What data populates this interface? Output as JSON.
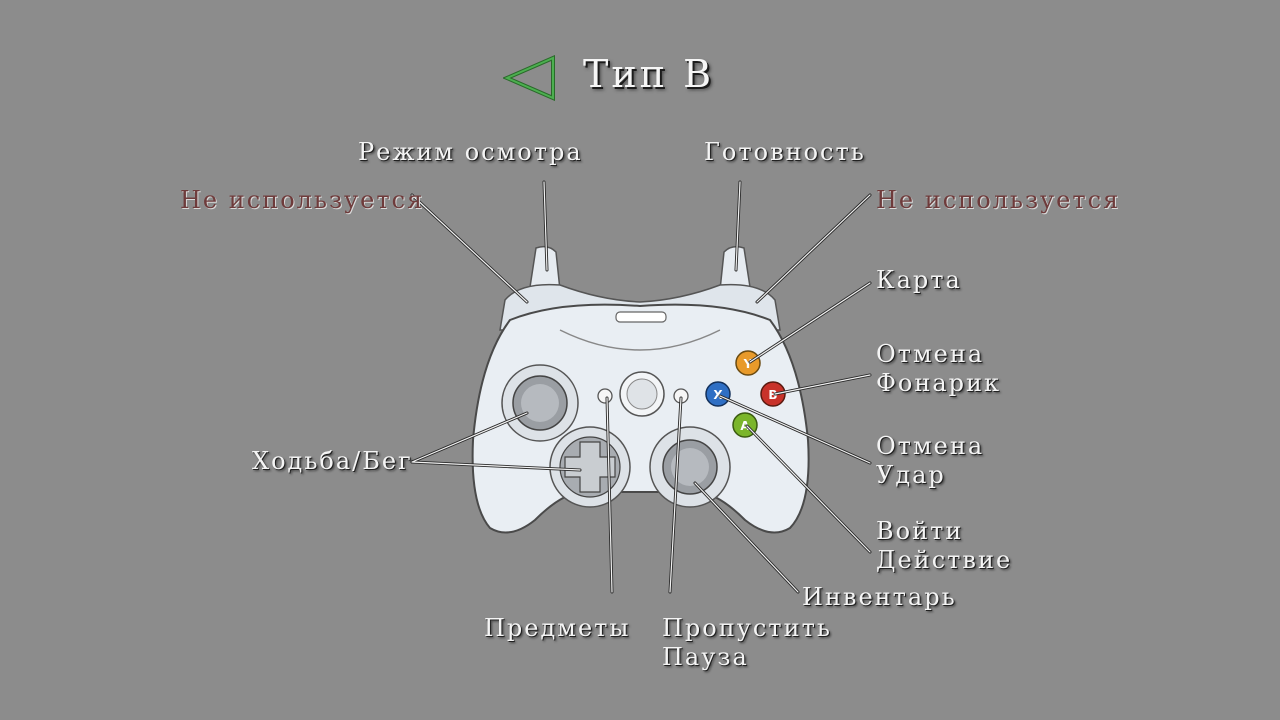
{
  "header": {
    "title": "Тип B",
    "back_icon": "triangle-left-icon",
    "back_color": "#3e9a3e"
  },
  "labels": {
    "look_mode": "Режим осмотра",
    "ready": "Готовность",
    "unused_left": "Не используется",
    "unused_right": "Не используется",
    "map": "Карта",
    "b_line1": "Отмена",
    "b_line2": "Фонарик",
    "x_line1": "Отмена",
    "x_line2": "Удар",
    "a_line1": "Войти",
    "a_line2": "Действие",
    "inventory": "Инвентарь",
    "walk_run": "Ходьба/Бег",
    "items": "Предметы",
    "start_line1": "Пропустить",
    "start_line2": "Пауза"
  },
  "buttons": {
    "y": {
      "letter": "Y",
      "color": "#e89a2a"
    },
    "b": {
      "letter": "B",
      "color": "#c8322a"
    },
    "x": {
      "letter": "X",
      "color": "#2f6fc4"
    },
    "a": {
      "letter": "A",
      "color": "#7ab52a"
    }
  },
  "colors": {
    "background": "#8c8c8c",
    "unused_text": "#6e3b3b",
    "controller_body": "#e8edf2"
  }
}
